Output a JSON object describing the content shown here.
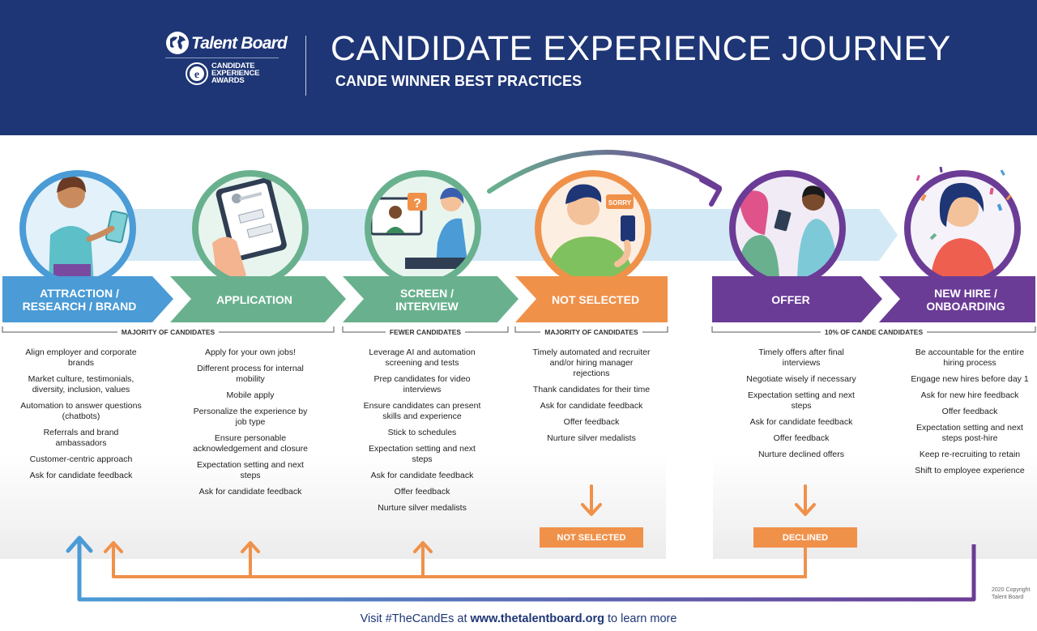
{
  "header": {
    "logo_name": "Talent Board",
    "awards_lines": [
      "CANDIDATE",
      "EXPERIENCE",
      "AWARDS"
    ],
    "title": "CANDIDATE EXPERIENCE JOURNEY",
    "subtitle": "CANDE WINNER BEST PRACTICES"
  },
  "colors": {
    "navy": "#1e3675",
    "blue": "#4a9bd6",
    "green": "#69b18e",
    "orange": "#f0914a",
    "purple": "#6b3c96",
    "light_band": "#d3e9f6"
  },
  "stages": [
    {
      "label_lines": [
        "ATTRACTION /",
        "RESEARCH / BRAND"
      ],
      "color": "#4a9bd6"
    },
    {
      "label_lines": [
        "APPLICATION"
      ],
      "color": "#69b18e"
    },
    {
      "label_lines": [
        "SCREEN /",
        "INTERVIEW"
      ],
      "color": "#69b18e"
    },
    {
      "label_lines": [
        "NOT SELECTED"
      ],
      "color": "#f0914a"
    },
    {
      "label_lines": [
        "OFFER"
      ],
      "color": "#6b3c96"
    },
    {
      "label_lines": [
        "NEW HIRE /",
        "ONBOARDING"
      ],
      "color": "#6b3c96"
    }
  ],
  "groups": [
    "MAJORITY OF CANDIDATES",
    "FEWER CANDIDATES",
    "MAJORITY OF CANDIDATES",
    "10% OF CANDE  CANDIDATES"
  ],
  "practices": [
    [
      "Align employer and corporate brands",
      "Market culture, testimonials, diversity, inclusion, values",
      "Automation to answer questions (chatbots)",
      "Referrals and brand ambassadors",
      "Customer-centric approach",
      "Ask for candidate feedback"
    ],
    [
      "Apply for your own jobs!",
      "Different process for internal mobility",
      "Mobile apply",
      "Personalize the experience by job type",
      "Ensure personable acknowledgement and closure",
      "Expectation setting and next steps",
      "Ask for candidate feedback"
    ],
    [
      "Leverage AI and automation screening and tests",
      "Prep candidates for video interviews",
      "Ensure candidates can present skills and experience",
      "Stick to schedules",
      "Expectation setting and next steps",
      "Ask for candidate feedback",
      "Offer feedback",
      "Nurture silver medalists"
    ],
    [
      "Timely automated and recruiter and/or hiring manager rejections",
      "Thank candidates for their time",
      "Ask for candidate feedback",
      "Offer feedback",
      "Nurture silver medalists"
    ],
    [
      "Timely offers after final interviews",
      "Negotiate wisely if necessary",
      "Expectation setting and next steps",
      "Ask for candidate feedback",
      "Offer feedback",
      "Nurture declined offers"
    ],
    [
      "Be accountable for the entire hiring process",
      "Engage new hires before day 1",
      "Ask for new hire feedback",
      "Offer feedback",
      "Expectation setting and next steps post-hire",
      "Keep re-recruiting to retain",
      "Shift to employee experience"
    ]
  ],
  "outcomes": {
    "not_selected": "NOT SELECTED",
    "declined": "DECLINED"
  },
  "illustrations": {
    "sorry_bubble": "SORRY",
    "icons": [
      "woman-with-tablet-icon",
      "hand-holding-phone-icon",
      "video-interview-icon",
      "rejected-man-icon",
      "offer-conversation-icon",
      "celebrating-new-hire-icon"
    ]
  },
  "footer": {
    "prefix": "Visit #TheCandEs at ",
    "url": "www.thetalentboard.org",
    "suffix": " to learn more",
    "copyright_lines": [
      "2020 Copyright",
      "Talent Board"
    ]
  }
}
